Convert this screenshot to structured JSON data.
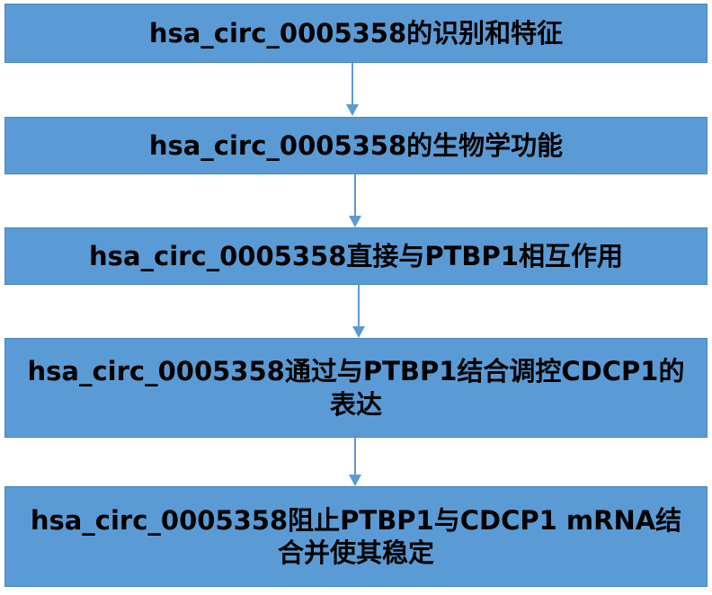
{
  "steps": [
    {
      "label": "hsa_circ_0005358的识别和特征"
    },
    {
      "label": "hsa_circ_0005358的生物学功能"
    },
    {
      "label": "hsa_circ_0005358直接与PTBP1相互作用"
    },
    {
      "label": "hsa_circ_0005358通过与PTBP1结合调控CDCP1的表达"
    },
    {
      "label": "hsa_circ_0005358阻止PTBP1与CDCP1 mRNA结合并使其稳定"
    }
  ],
  "colors": {
    "box_fill": "#5b9bd5",
    "box_border": "#4a86bd",
    "arrow": "#5b9bd5",
    "text": "#000000"
  }
}
